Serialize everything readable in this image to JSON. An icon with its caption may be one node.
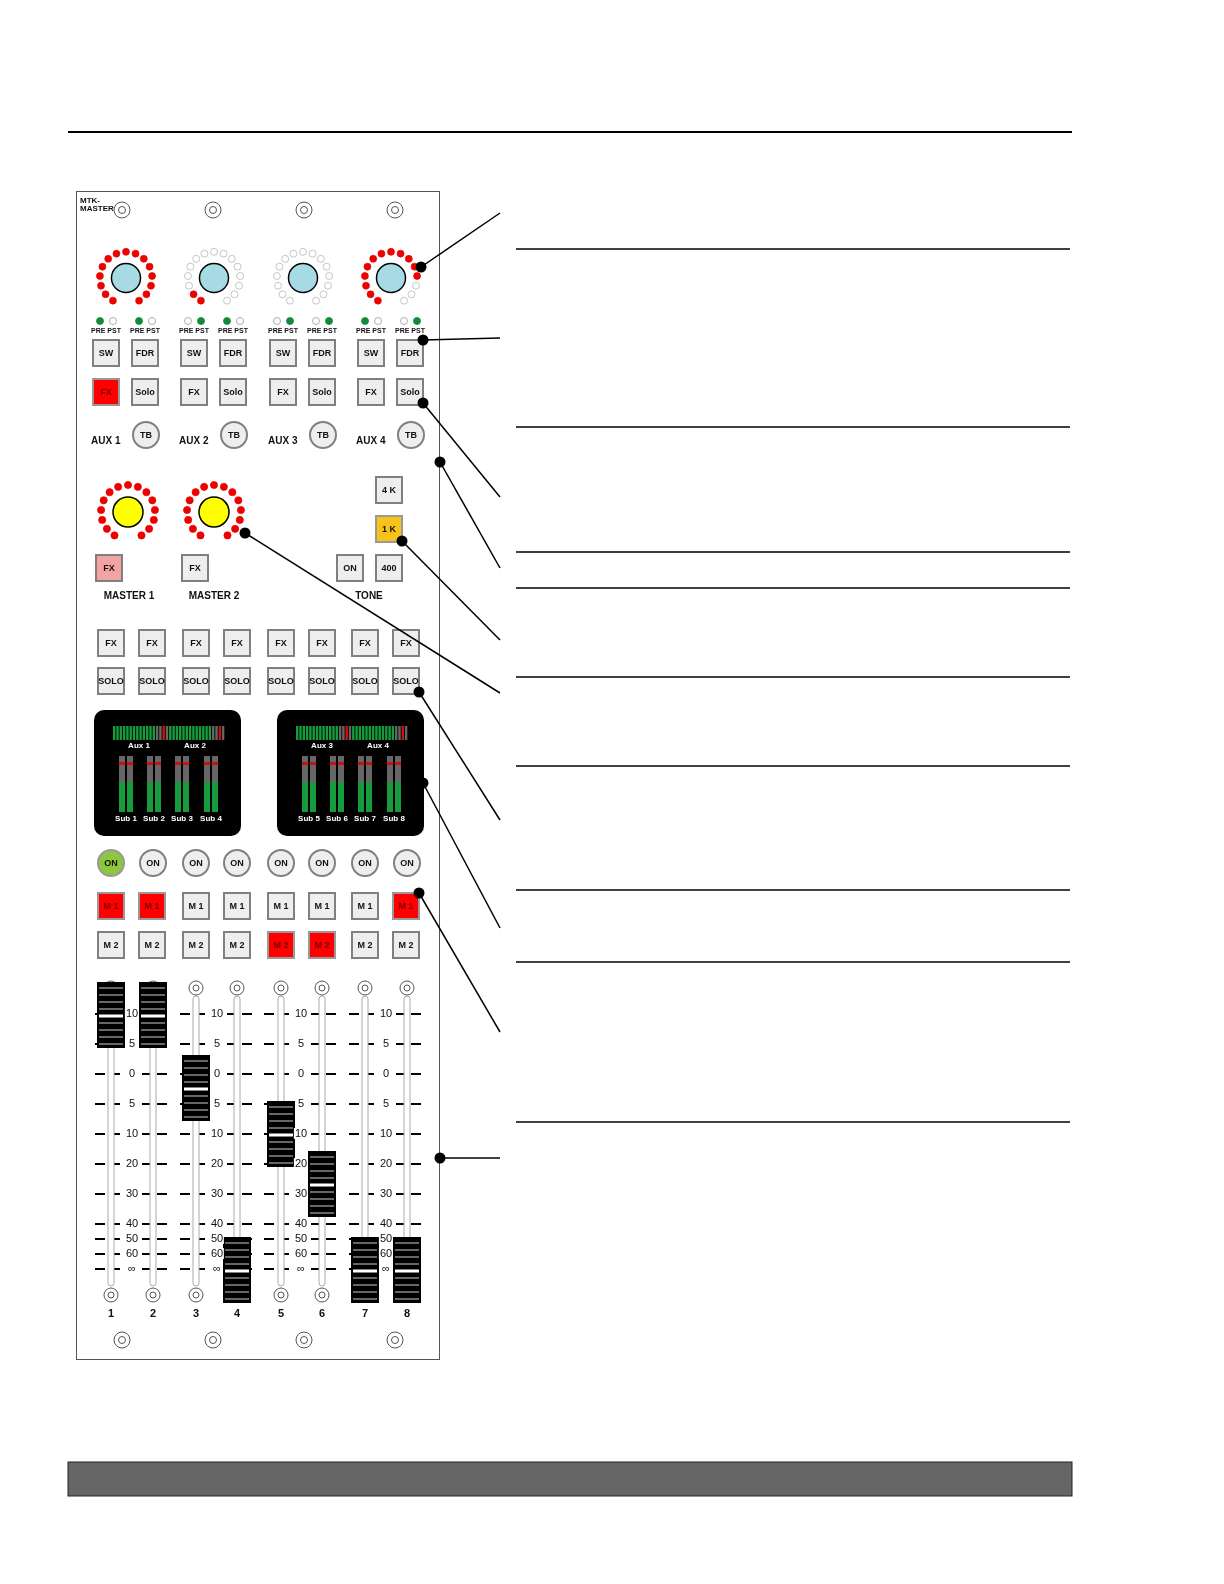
{
  "diagram": {
    "nodes": [
      {
        "text": [
          "MTK-MASTER"
        ]
      },
      {
        "text": [],
        "shape": "knob",
        "in": 0
      },
      {
        "text": [],
        "shape": "knob",
        "in": 0
      },
      {
        "text": [],
        "shape": "knob",
        "in": 0
      },
      {
        "text": [],
        "shape": "knob",
        "in": 0
      },
      {
        "text": [
          "SW"
        ],
        "in": 0
      },
      {
        "text": [
          "FDR"
        ],
        "in": 0
      },
      {
        "text": [
          "SW"
        ],
        "in": 0
      },
      {
        "text": [
          "FDR"
        ],
        "in": 0
      },
      {
        "text": [
          "SW"
        ],
        "in": 0
      },
      {
        "text": [
          "FDR"
        ],
        "in": 0
      },
      {
        "text": [
          "SW"
        ],
        "in": 0
      },
      {
        "text": [
          "FDR"
        ],
        "in": 0
      },
      {
        "text": [
          "FX"
        ],
        "in": 0
      },
      {
        "text": [
          "Solo"
        ],
        "in": 0
      },
      {
        "text": [
          "FX"
        ],
        "in": 0
      },
      {
        "text": [
          "Solo"
        ],
        "in": 0
      },
      {
        "text": [
          "FX"
        ],
        "in": 0
      },
      {
        "text": [
          "Solo"
        ],
        "in": 0
      },
      {
        "text": [
          "FX"
        ],
        "in": 0
      },
      {
        "text": [
          "Solo"
        ],
        "in": 0
      },
      {
        "text": [
          "TB"
        ],
        "in": 0
      },
      {
        "text": [
          "TB"
        ],
        "in": 0
      },
      {
        "text": [
          "TB"
        ],
        "in": 0
      },
      {
        "text": [
          "TB"
        ],
        "in": 0
      },
      {
        "text": [],
        "shape": "knob",
        "in": 0
      },
      {
        "text": [],
        "shape": "knob",
        "in": 0
      },
      {
        "text": [
          "4 K"
        ],
        "in": 0
      },
      {
        "text": [
          "1 K"
        ],
        "in": 0
      },
      {
        "text": [
          "FX"
        ],
        "in": 0
      },
      {
        "text": [
          "FX"
        ],
        "in": 0
      },
      {
        "text": [
          "ON"
        ],
        "in": 0
      },
      {
        "text": [
          "400"
        ],
        "in": 0
      },
      {
        "text": [
          "FX"
        ],
        "in": 0
      },
      {
        "text": [
          "FX"
        ],
        "in": 0
      },
      {
        "text": [
          "FX"
        ],
        "in": 0
      },
      {
        "text": [
          "FX"
        ],
        "in": 0
      },
      {
        "text": [
          "FX"
        ],
        "in": 0
      },
      {
        "text": [
          "FX"
        ],
        "in": 0
      },
      {
        "text": [
          "FX"
        ],
        "in": 0
      },
      {
        "text": [
          "FX"
        ],
        "in": 0
      },
      {
        "text": [
          "SOLO"
        ],
        "in": 0
      },
      {
        "text": [
          "SOLO"
        ],
        "in": 0
      },
      {
        "text": [
          "SOLO"
        ],
        "in": 0
      },
      {
        "text": [
          "SOLO"
        ],
        "in": 0
      },
      {
        "text": [
          "SOLO"
        ],
        "in": 0
      },
      {
        "text": [
          "SOLO"
        ],
        "in": 0
      },
      {
        "text": [
          "SOLO"
        ],
        "in": 0
      },
      {
        "text": [
          "SOLO"
        ],
        "in": 0
      },
      {
        "text": [
          "Aux 1",
          "Aux 2",
          "Sub 1",
          "Sub 2",
          "Sub 3",
          "Sub 4"
        ],
        "in": 0
      },
      {
        "text": [
          "Aux 3",
          "Aux 4",
          "Sub 5",
          "Sub 6",
          "Sub 7",
          "Sub 8"
        ],
        "in": 0
      },
      {
        "text": [
          "ON"
        ],
        "in": 0
      },
      {
        "text": [
          "ON"
        ],
        "in": 0
      },
      {
        "text": [
          "ON"
        ],
        "in": 0
      },
      {
        "text": [
          "ON"
        ],
        "in": 0
      },
      {
        "text": [
          "ON"
        ],
        "in": 0
      },
      {
        "text": [
          "ON"
        ],
        "in": 0
      },
      {
        "text": [
          "ON"
        ],
        "in": 0
      },
      {
        "text": [
          "ON"
        ],
        "in": 0
      },
      {
        "text": [
          "M 1"
        ],
        "in": 0
      },
      {
        "text": [
          "M 1"
        ],
        "in": 0
      },
      {
        "text": [
          "M 1"
        ],
        "in": 0
      },
      {
        "text": [
          "M 1"
        ],
        "in": 0
      },
      {
        "text": [
          "M 1"
        ],
        "in": 0
      },
      {
        "text": [
          "M 1"
        ],
        "in": 0
      },
      {
        "text": [
          "M 1"
        ],
        "in": 0
      },
      {
        "text": [
          "M 1"
        ],
        "in": 0
      },
      {
        "text": [
          "M 2"
        ],
        "in": 0
      },
      {
        "text": [
          "M 2"
        ],
        "in": 0
      },
      {
        "text": [
          "M 2"
        ],
        "in": 0
      },
      {
        "text": [
          "M 2"
        ],
        "in": 0
      },
      {
        "text": [
          "M 2"
        ],
        "in": 0
      },
      {
        "text": [
          "M 2"
        ],
        "in": 0
      },
      {
        "text": [
          "M 2"
        ],
        "in": 0
      },
      {
        "text": [
          "M 2"
        ],
        "in": 0
      }
    ],
    "edges": [
      {
        "from": null,
        "to": 4,
        "arrow": "other"
      },
      {
        "from": null,
        "to": 12,
        "arrow": "other"
      },
      {
        "from": null,
        "to": 20,
        "arrow": "other"
      },
      {
        "from": null,
        "to": 0,
        "arrow": "other"
      },
      {
        "from": null,
        "to": 28,
        "arrow": "other"
      },
      {
        "from": null,
        "to": 26,
        "arrow": "other"
      },
      {
        "from": null,
        "to": 48,
        "arrow": "other"
      },
      {
        "from": null,
        "to": 50,
        "arrow": "other"
      },
      {
        "from": null,
        "to": 66,
        "arrow": "other"
      },
      {
        "from": null,
        "to": 0,
        "arrow": "other"
      }
    ],
    "labels": [
      "PRE PST",
      "PRE PST",
      "PRE PST",
      "PRE PST",
      "PRE PST",
      "PRE PST",
      "PRE PST",
      "PRE PST",
      "AUX 1",
      "AUX 2",
      "AUX 3",
      "AUX 4",
      "MASTER 1",
      "MASTER 2",
      "TONE",
      "10",
      "10",
      "10",
      "10",
      "5",
      "5",
      "5",
      "5",
      "0",
      "0",
      "0",
      "0",
      "5",
      "5",
      "5",
      "5",
      "10",
      "10",
      "10",
      "10",
      "20",
      "20",
      "20",
      "20",
      "30",
      "30",
      "30",
      "30",
      "40",
      "40",
      "40",
      "40",
      "50",
      "50",
      "50",
      "50",
      "60",
      "60",
      "60",
      "60",
      "∞",
      "∞",
      "∞",
      "∞",
      "1",
      "2",
      "3",
      "4",
      "5",
      "6",
      "7",
      "8"
    ]
  }
}
